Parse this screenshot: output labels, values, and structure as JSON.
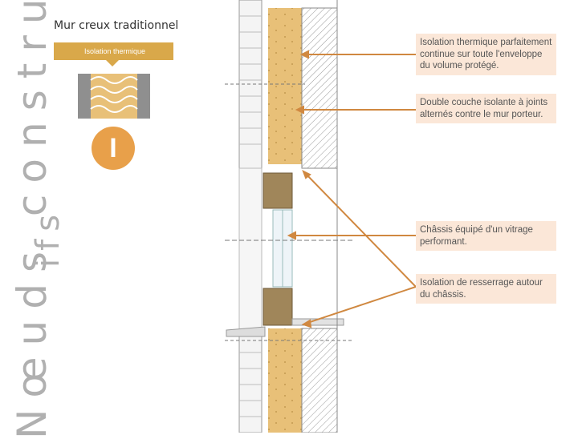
{
  "vertical_title": "Nœuds  construct",
  "vertical_subtitle": "ifs",
  "section_title": "Mur creux traditionnel",
  "tag_label": "Isolation thermique",
  "badge_letter": "I",
  "notes": [
    "Isolation thermique parfaitement continue sur toute l'enveloppe du volume protégé.",
    "Double couche isolante à joints alternés contre le mur porteur.",
    "Châssis équipé d'un vitrage performant.",
    "Isolation de resserrage autour du châssis."
  ],
  "colors": {
    "accent": "#d9a84a",
    "arrow": "#d08840",
    "note_bg": "#fbe7d8",
    "insulation": "#e8c078"
  }
}
